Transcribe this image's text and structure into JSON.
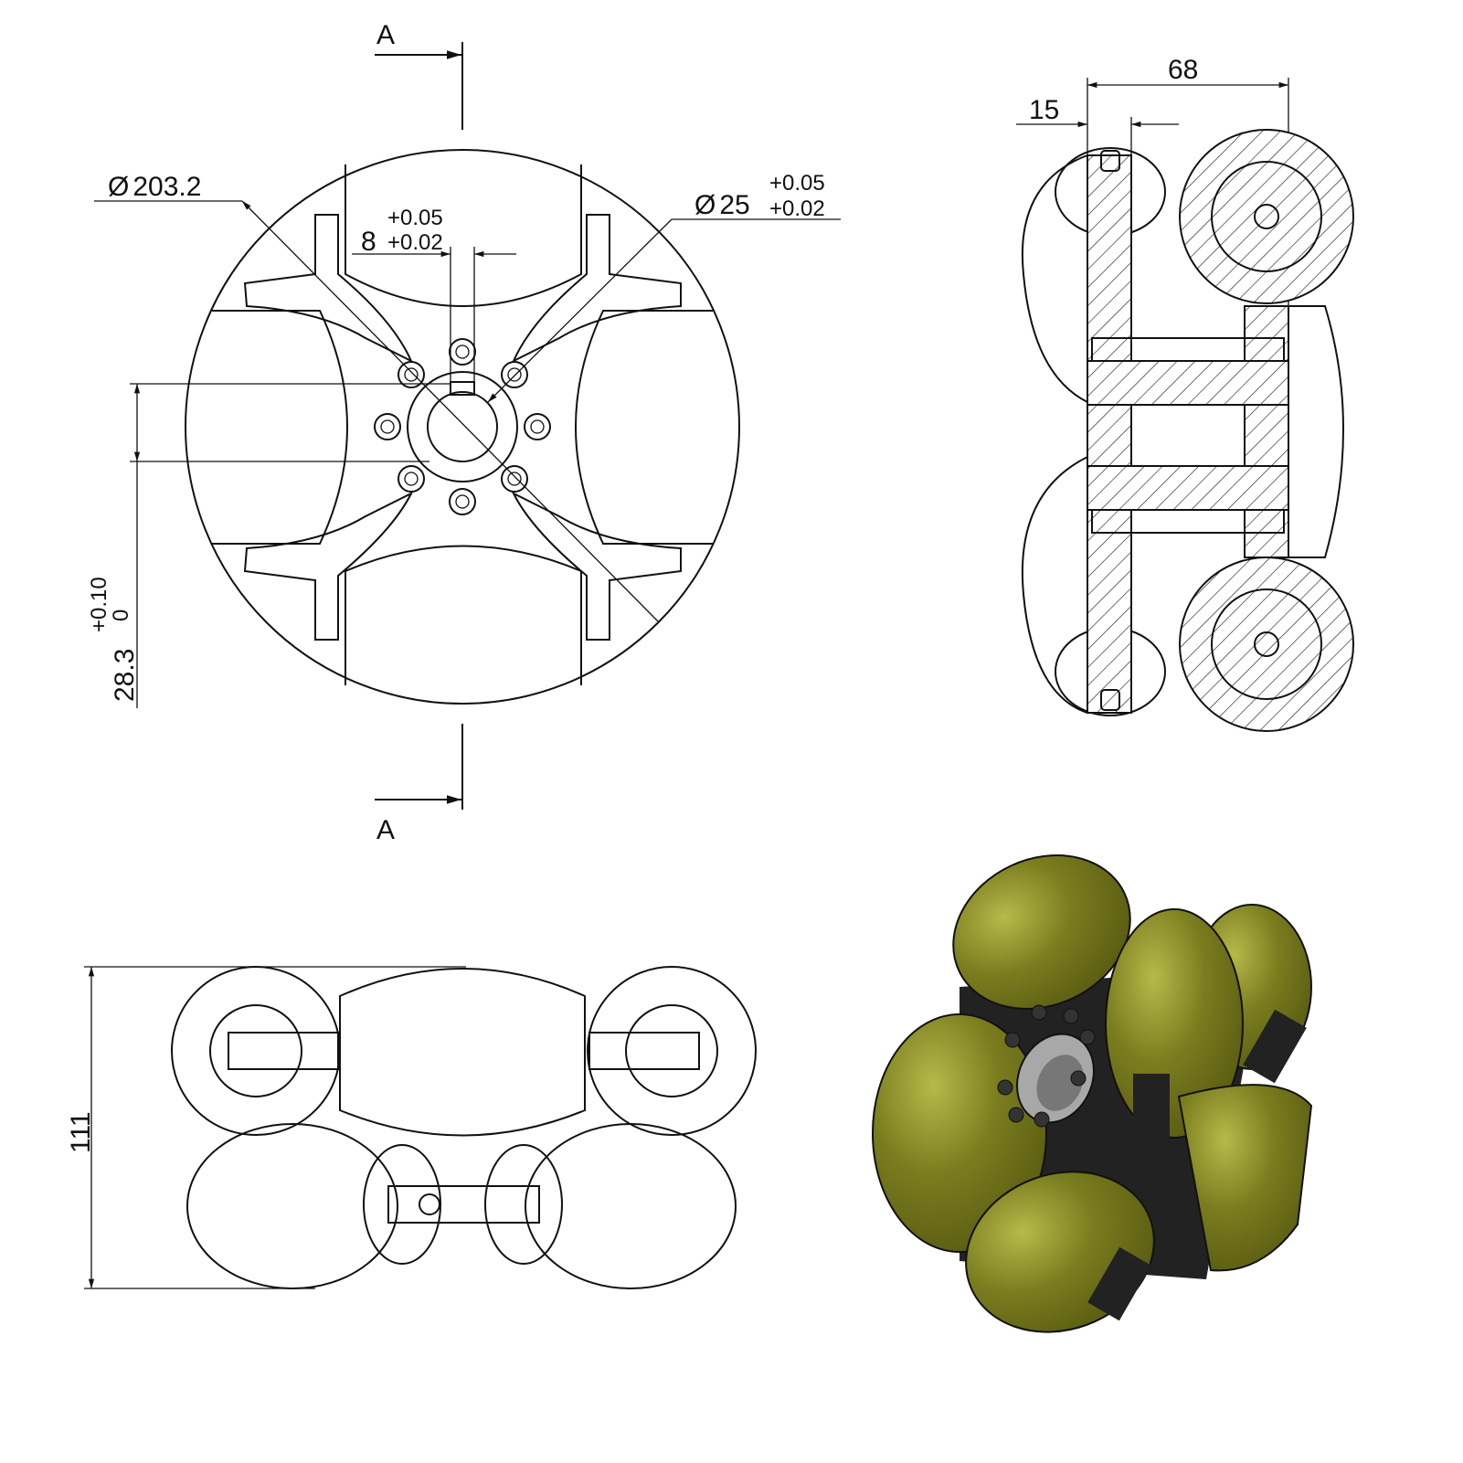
{
  "section_labels": {
    "top": "A",
    "bottom": "A"
  },
  "front_view": {
    "diameter_symbol": "Ø",
    "outer_diameter": "203.2",
    "keyway_width": "8",
    "keyway_tol_upper": "+0.05",
    "keyway_tol_lower": "+0.02",
    "bore_diameter": "25",
    "bore_tol_upper": "+0.05",
    "bore_tol_lower": "+0.02",
    "key_depth": "28.3",
    "key_depth_tol_upper": "+0.10",
    "key_depth_tol_lower": "0"
  },
  "section_view": {
    "width_dim": "68",
    "plate_dim": "15"
  },
  "top_view": {
    "height_dim": "111"
  },
  "colors": {
    "roller": "#7a7d1e",
    "roller_light": "#b6b94a",
    "hub": "#222222",
    "bore": "#a8a8a8"
  }
}
